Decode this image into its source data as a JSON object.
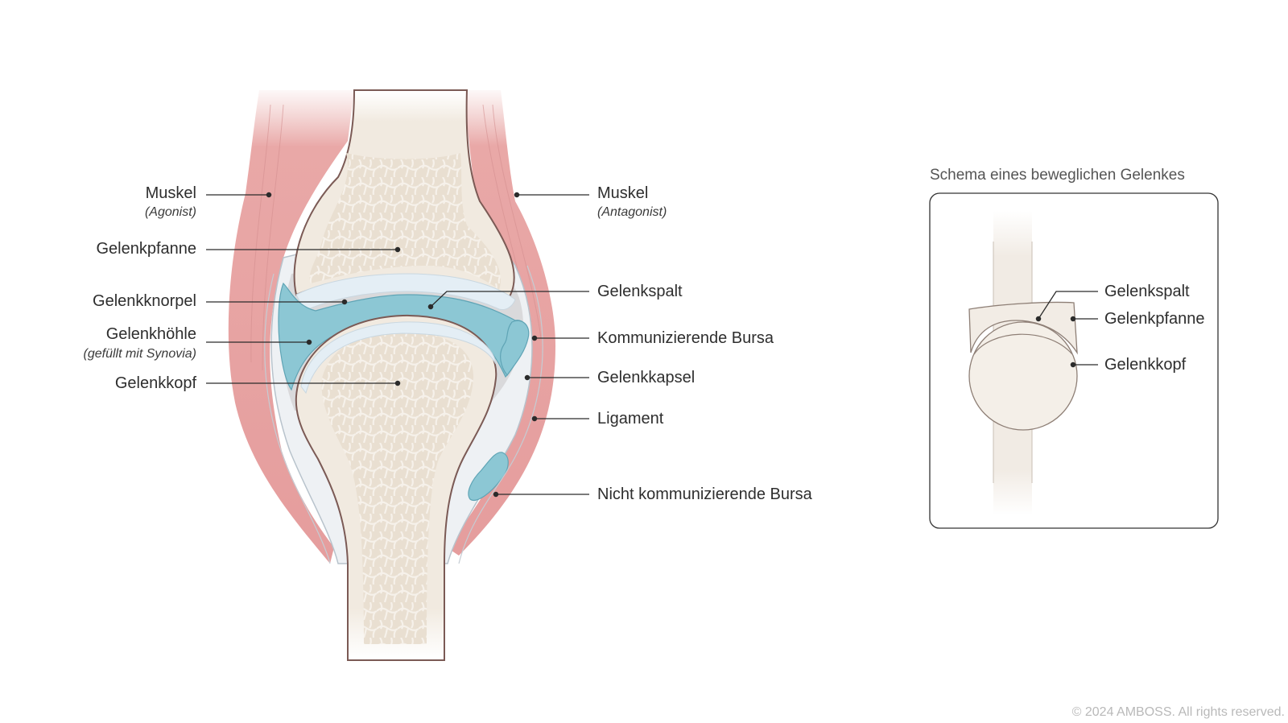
{
  "diagram": {
    "labels_left": {
      "muskel": "Muskel",
      "muskel_sub": "(Agonist)",
      "gelenkpfanne": "Gelenkpfanne",
      "gelenkknorpel": "Gelenkknorpel",
      "gelenkhoehle": "Gelenkhöhle",
      "gelenkhoehle_sub": "(gefüllt mit Synovia)",
      "gelenkkopf": "Gelenkkopf"
    },
    "labels_right": {
      "muskel": "Muskel",
      "muskel_sub": "(Antagonist)",
      "gelenkspalt": "Gelenkspalt",
      "kommunizierende_bursa": "Kommunizierende Bursa",
      "gelenkkapsel": "Gelenkkapsel",
      "ligament": "Ligament",
      "nicht_kommunizierende_bursa": "Nicht kommunizierende Bursa"
    },
    "inset": {
      "title": "Schema eines beweglichen Gelenkes",
      "gelenkspalt": "Gelenkspalt",
      "gelenkpfanne": "Gelenkpfanne",
      "gelenkkopf": "Gelenkkopf"
    },
    "colors": {
      "muscle": "#e9a9a9",
      "bone": "#efe7dc",
      "cartilage": "#e6f0f6",
      "synovia": "#8cc7d4",
      "capsule": "#d8d8d8",
      "leader": "#2b2b2b"
    }
  },
  "footer": {
    "copyright": "© 2024 AMBOSS. All rights reserved."
  }
}
